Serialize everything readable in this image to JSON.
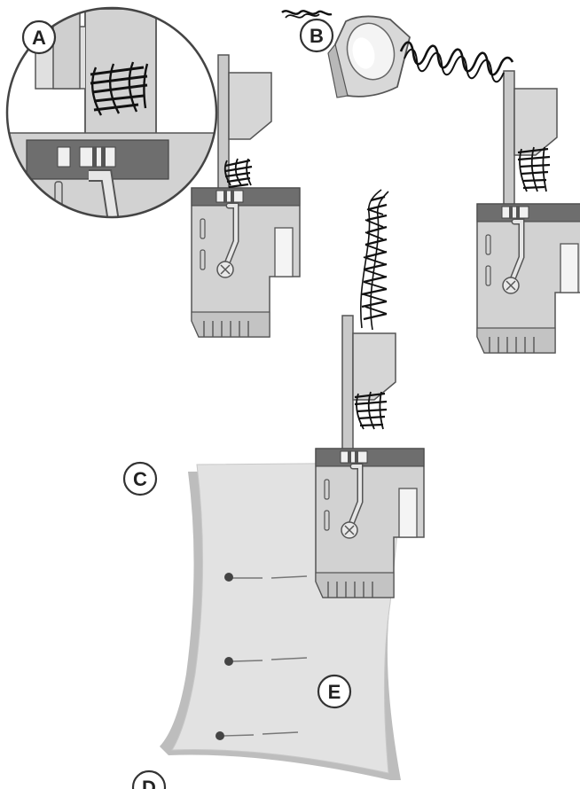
{
  "labels": {
    "a": "A",
    "b": "B",
    "c": "C",
    "d": "D",
    "e": "E"
  },
  "colors": {
    "foot": "#d2d2d2",
    "foot_dark": "#b4b4b4",
    "outline": "#555555",
    "slot_dark": "#6e6e6e",
    "fabric": "#e2e2e2",
    "fabric_edge": "#bdbdbd",
    "thread": "#111111",
    "pin_head": "#444444"
  },
  "icons": {
    "presser_foot": "presser-foot-icon",
    "cord_guide": "cord-guide-icon",
    "magnifier": "magnifier-circle-icon",
    "pin": "pin-icon"
  }
}
